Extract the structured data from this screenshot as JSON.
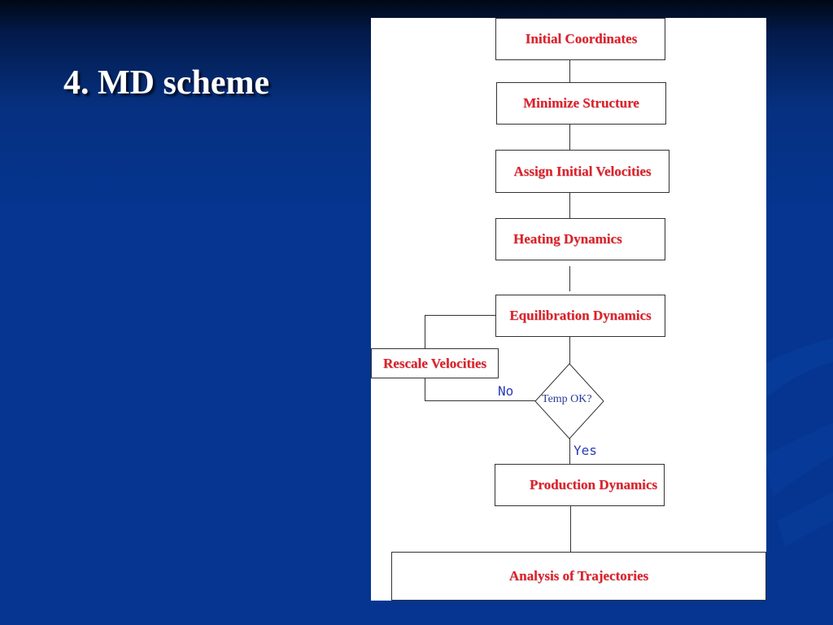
{
  "slide": {
    "title": "4. MD scheme"
  },
  "flowchart": {
    "nodes": {
      "initial_coordinates": "Initial Coordinates",
      "minimize_structure": "Minimize Structure",
      "assign_initial_velocities": "Assign Initial Velocities",
      "heating_dynamics": "Heating Dynamics",
      "equilibration_dynamics": "Equilibration Dynamics",
      "rescale_velocities": "Rescale Velocities",
      "temp_ok": "Temp OK?",
      "production_dynamics": "Production Dynamics",
      "analysis_of_trajectories": "Analysis of Trajectories"
    },
    "edge_labels": {
      "no": "No",
      "yes": "Yes"
    }
  },
  "colors": {
    "background": "#053591",
    "title_text": "#ffffff",
    "node_text": "#e0202a",
    "decision_text": "#2a3b9a",
    "edge_label_text": "#2a3bb4",
    "panel": "#ffffff"
  }
}
